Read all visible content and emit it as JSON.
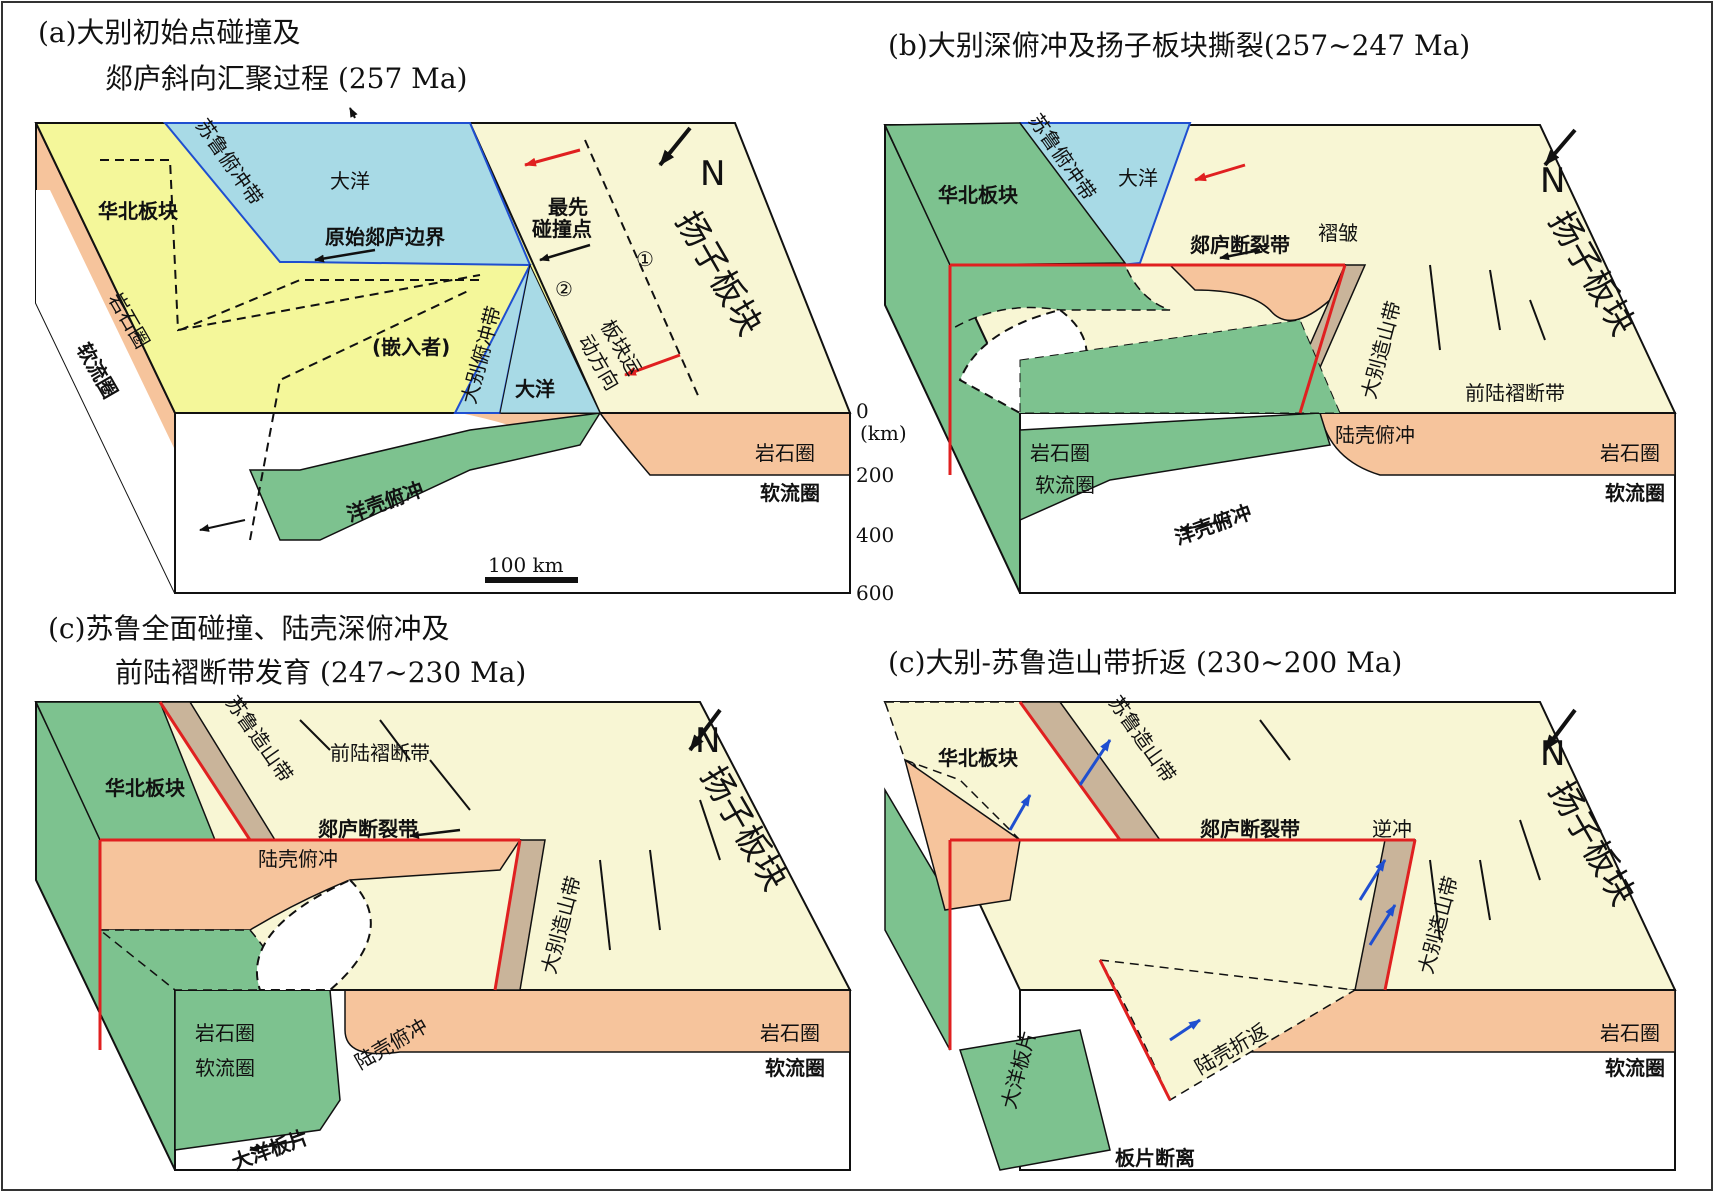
{
  "colors": {
    "north_china": "#f4f79a",
    "yangtze": "#f8f6d4",
    "ocean": "#a8dae6",
    "lithosphere": "#f6c49c",
    "green_slab": "#7dc28f",
    "orogen": "#c9b49a",
    "fault_red": "#e02020",
    "motion_blue": "#1f4fd0"
  },
  "panel_a": {
    "title_line1": "(a)大别初始点碰撞及",
    "title_line2": "郯庐斜向汇聚过程 (257 Ma)",
    "labels": {
      "north_china": "华北板块",
      "ocean_top": "大洋",
      "sulu_belt": "苏鲁俯冲带",
      "original_boundary": "原始郯庐边界",
      "first_collision_1": "最先",
      "first_collision_2": "碰撞点",
      "circle_2": "②",
      "circle_1": "①",
      "north": "N",
      "yangtze": "扬子板块",
      "plate_motion_1": "板块运",
      "plate_motion_2": "动方向",
      "indenter": "(嵌入者)",
      "dabie_belt": "大别俯冲带",
      "ocean_bottom": "大洋",
      "lithosphere_left": "岩石圈",
      "asthenosphere_left": "软流圈",
      "oceanic_subduction": "洋壳俯冲",
      "lithosphere_right": "岩石圈",
      "asthenosphere_right": "软流圈",
      "scale_bar": "100 km"
    },
    "depth_axis": {
      "unit": "(km)",
      "ticks": [
        "0",
        "200",
        "400",
        "600"
      ]
    }
  },
  "panel_b": {
    "title": "(b)大别深俯冲及扬子板块撕裂(257~247 Ma)",
    "labels": {
      "sulu_belt": "苏鲁俯冲带",
      "ocean": "大洋",
      "north_china": "华北板块",
      "tanlu_rift": "郯庐断裂带",
      "fold": "褶皱",
      "north": "N",
      "yangtze": "扬子板块",
      "dabie_orogen": "大别造山带",
      "foreland_belt": "前陆褶断带",
      "lithosphere_left": "岩石圈",
      "asthenosphere_left": "软流圈",
      "continental_subduction": "陆壳俯冲",
      "lithosphere_right": "岩石圈",
      "asthenosphere_right": "软流圈",
      "oceanic_subduction": "洋壳俯冲"
    }
  },
  "panel_c": {
    "title_line1": "(c)苏鲁全面碰撞、陆壳深俯冲及",
    "title_line2": "前陆褶断带发育 (247~230 Ma)",
    "labels": {
      "sulu_orogen": "苏鲁造山带",
      "foreland_belt": "前陆褶断带",
      "north_china": "华北板块",
      "tanlu_rift": "郯庐断裂带",
      "continental_subduction_top": "陆壳俯冲",
      "north": "N",
      "yangtze": "扬子板块",
      "dabie_orogen": "大别造山带",
      "lithosphere_left": "岩石圈",
      "asthenosphere_left": "软流圈",
      "continental_subduction": "陆壳俯冲",
      "lithosphere_right": "岩石圈",
      "asthenosphere_right": "软流圈",
      "oceanic_slab": "大洋板片"
    }
  },
  "panel_d": {
    "title": "(c)大别-苏鲁造山带折返 (230~200 Ma)",
    "labels": {
      "north_china": "华北板块",
      "sulu_orogen": "苏鲁造山带",
      "tanlu_rift": "郯庐断裂带",
      "thrust": "逆冲",
      "north": "N",
      "yangtze": "扬子板块",
      "dabie_orogen": "大别造山带",
      "oceanic_slab": "大洋板片",
      "continental_exhumation": "陆壳折返",
      "lithosphere_right": "岩石圈",
      "asthenosphere_right": "软流圈",
      "slab_breakoff": "板片断离"
    }
  }
}
